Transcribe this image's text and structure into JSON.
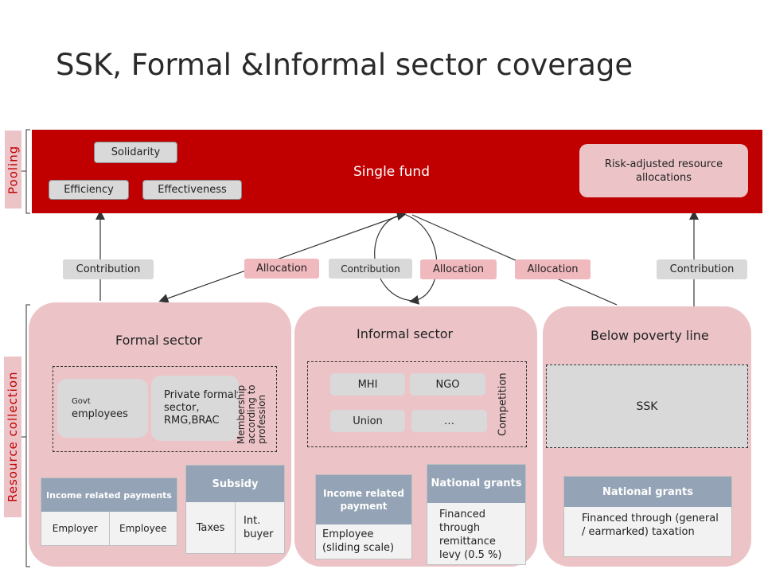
{
  "title": "SSK, Formal &Informal sector coverage",
  "pooling": {
    "side_label": "Pooling",
    "single_fund": "Single fund",
    "solidarity": "Solidarity",
    "efficiency": "Efficiency",
    "effectiveness": "Effectiveness",
    "risk_adjusted": "Risk-adjusted resource allocations"
  },
  "resource_collection": {
    "side_label": "Resource collection"
  },
  "flows": {
    "contribution_left": "Contribution",
    "allocation_left": "Allocation",
    "contribution_mid": "Contribution",
    "allocation_mid": "Allocation",
    "allocation_right": "Allocation",
    "contribution_right": "Contribution"
  },
  "formal": {
    "title": "Formal sector",
    "govt_small": "Govt",
    "govt_main": "employees",
    "private": "Private formal sector, RMG,BRAC",
    "membership": "Membership according to profession",
    "income_head": "Income related payments",
    "employer": "Employer",
    "employee": "Employee",
    "subsidy_head": "Subsidy",
    "taxes": "Taxes",
    "int_buyer": "Int. buyer"
  },
  "informal": {
    "title": "Informal sector",
    "mhi": "MHI",
    "ngo": "NGO",
    "union": "Union",
    "ellipsis": "…",
    "competition": "Competition",
    "income_head": "Income related payment",
    "income_body": "Employee (sliding scale)",
    "grants_head": "National grants",
    "grants_body": "Financed through remittance levy (0.5 %)"
  },
  "poverty": {
    "title": "Below poverty line",
    "ssk": "SSK",
    "grants_head": "National grants",
    "grants_body": "Financed through (general / earmarked) taxation"
  },
  "colors": {
    "red": "#c00000",
    "pink": "#ecc4c8",
    "grey": "#d9d9d9",
    "slate": "#94a3b5"
  }
}
